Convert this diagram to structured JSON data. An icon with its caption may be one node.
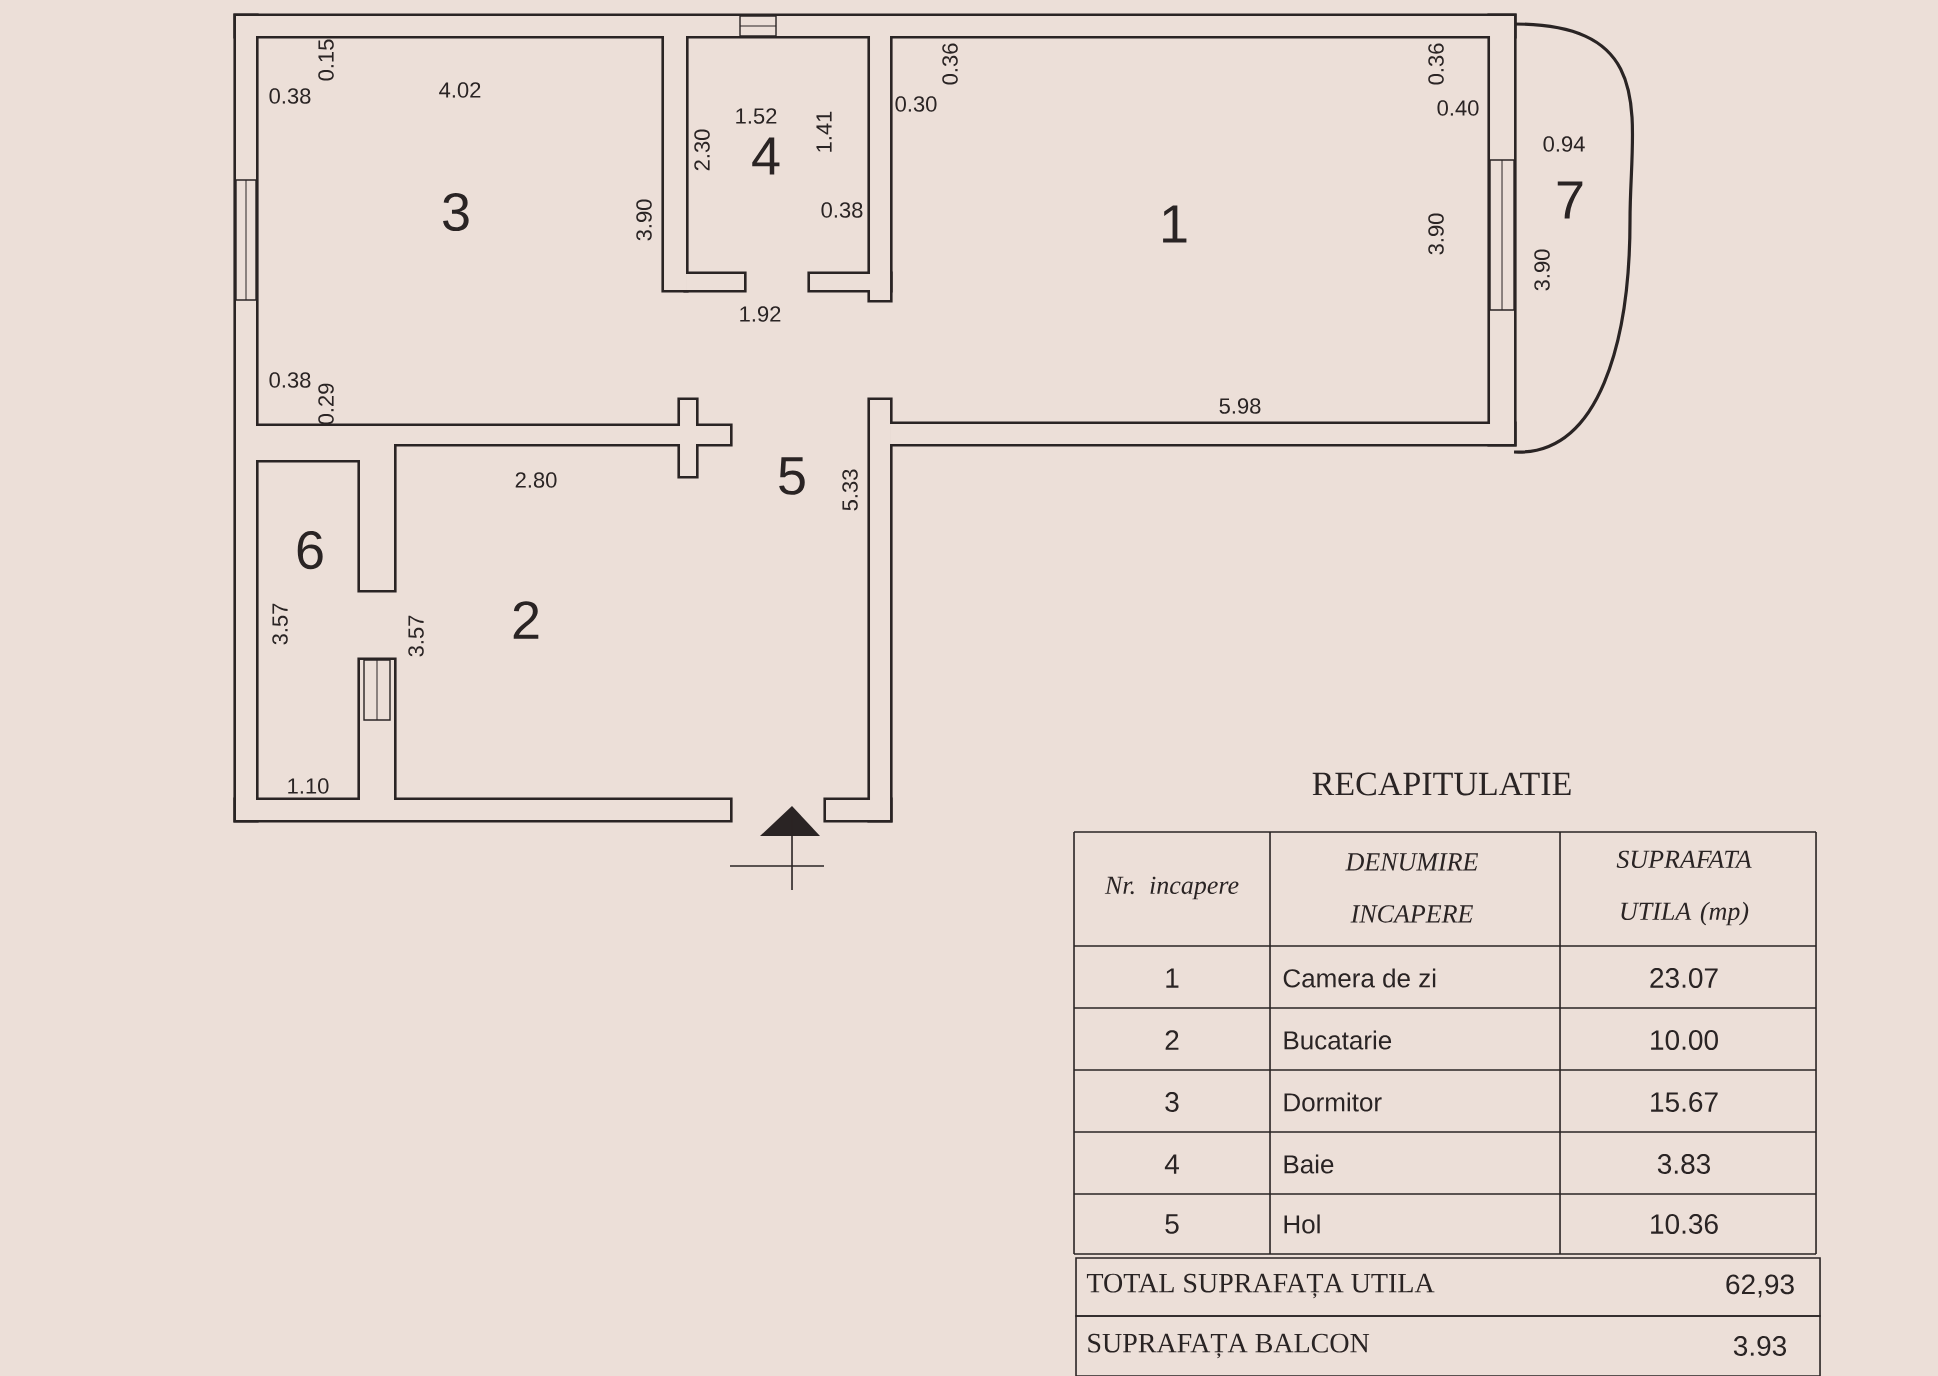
{
  "diagram": {
    "labels": [
      "0.15",
      "0.38",
      "4.02",
      "1.52",
      "0.36",
      "0.30",
      "0.36",
      "0.40",
      "2.30",
      "4",
      "1.41",
      "0.94",
      "3",
      "3.90",
      "0.38",
      "1",
      "3.90",
      "7",
      "3.90",
      "1.92",
      "0.38",
      "0.29",
      "5.98",
      "2.80",
      "5",
      "5.33",
      "6",
      "3.57",
      "3.57",
      "2",
      "1.10",
      "RECAPITULATIE",
      "Nr. incapere",
      "DENUMIRE INCAPERE",
      "SUPRAFATA UTILA (mp)",
      "1",
      "Camera de zi",
      "23.07",
      "2",
      "Bucatarie",
      "10.00",
      "3",
      "Dormitor",
      "15.67",
      "4",
      "Baie",
      "3.83",
      "5",
      "Hol",
      "10.36",
      "TOTAL SUPRAFAȚA UTILA",
      "62,93",
      "SUPRAFAȚA BALCON",
      "3.93"
    ]
  }
}
